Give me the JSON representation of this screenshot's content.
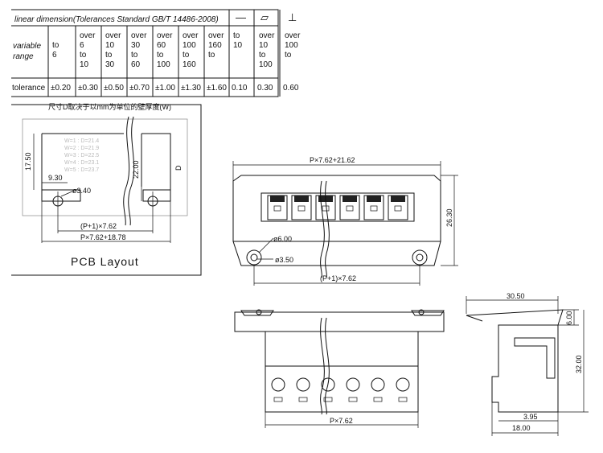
{
  "table": {
    "title": "linear dimension(Tolerances Standard GB/T 14486-2008)",
    "symbols": [
      "—",
      "⏥",
      "⊥"
    ],
    "row_label_range": [
      "variable",
      "range"
    ],
    "row_label_tolerance": "tolerance",
    "ranges": [
      [
        "",
        "to",
        "6"
      ],
      [
        "over",
        "6",
        "to",
        "10"
      ],
      [
        "over",
        "10",
        "to",
        "30"
      ],
      [
        "over",
        "30",
        "to",
        "60"
      ],
      [
        "over",
        "60",
        "to",
        "100"
      ],
      [
        "over",
        "100",
        "to",
        "160"
      ],
      [
        "over",
        "160",
        "to"
      ],
      [
        "to",
        "10"
      ],
      [
        "over",
        "10",
        "to",
        "100"
      ],
      [
        "over",
        "100",
        "to"
      ]
    ],
    "tolerances": [
      "±0.20",
      "±0.30",
      "±0.50",
      "±0.70",
      "±1.00",
      "±1.30",
      "±1.60",
      "0.10",
      "0.30",
      "0.60"
    ]
  },
  "pcb": {
    "note": "尺寸D取决于以mm为单位的壁厚度(W)",
    "legend": [
      "W=1  :  D=21.4",
      "W=2  :  D=21.9",
      "W=3  :  D=22.5",
      "W=4  :  D=23.1",
      "W=5  :  D=23.7"
    ],
    "dims": {
      "h17": "17.50",
      "w930": "9.30",
      "hole": "ø3.40",
      "h22": "22.00",
      "d": "D",
      "pitch": "(P+1)×7.62",
      "total": "P×7.62+18.78"
    },
    "caption": "PCB  Layout"
  },
  "front": {
    "top": "P×7.62+21.62",
    "height": "26.30",
    "hole_big": "ø6.00",
    "hole_small": "ø3.50",
    "pitch": "(P+1)×7.62"
  },
  "bottom": {
    "pitch": "P×7.62"
  },
  "side": {
    "w": "30.50",
    "h6": "6.00",
    "h32": "32.00",
    "w395": "3.95",
    "w18": "18.00"
  }
}
